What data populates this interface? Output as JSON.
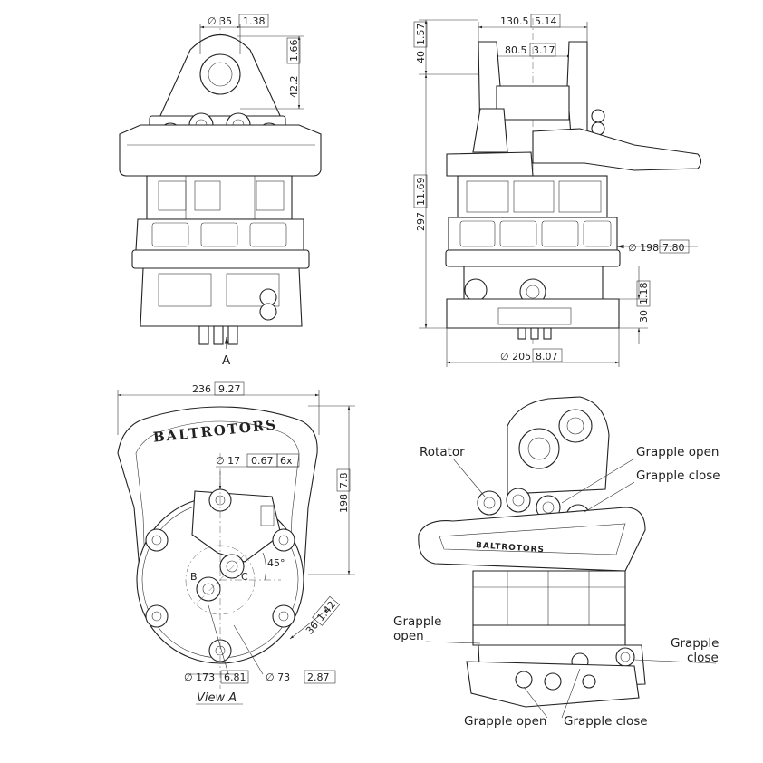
{
  "front_view": {
    "pin_dia": "∅ 35",
    "pin_dia_in": "1.38",
    "pin_top_in": "1.66",
    "pin_top_mm": "42.2",
    "view_arrow": "A"
  },
  "side_view": {
    "top_mm": "40",
    "top_in": "1.57",
    "width_mm": "130.5",
    "width_in": "5.14",
    "gap_mm": "80.5",
    "gap_in": "3.17",
    "height_mm": "297",
    "height_in": "11.69",
    "body_dia_mm": "∅ 198",
    "body_dia_in": "7.80",
    "flange_h_mm": "30",
    "flange_h_in": "1.18",
    "flange_dia_mm": "∅ 205",
    "flange_dia_in": "8.07"
  },
  "view_a": {
    "width_mm": "236",
    "width_in": "9.27",
    "height_mm": "198",
    "height_in": "7.8",
    "hole_dia_mm": "∅ 17",
    "hole_dia_in": "0.67",
    "hole_count": "6x",
    "angle": "45°",
    "offset_mm": "36",
    "offset_in": "1.42",
    "bolt_circle_mm": "∅ 173",
    "bolt_circle_in": "6.81",
    "inner_circle_mm": "∅ 73",
    "inner_circle_in": "2.87",
    "port_c": "C",
    "port_b": "B",
    "brand": "BALTROTORS",
    "caption": "View A"
  },
  "iso_view": {
    "rotator": "Rotator",
    "grapple_open_top": "Grapple open",
    "grapple_close_top": "Grapple close",
    "grapple_open_left_1": "Grapple",
    "grapple_open_left_2": "open",
    "grapple_close_right_1": "Grapple",
    "grapple_close_right_2": "close",
    "grapple_open_bottom": "Grapple open",
    "grapple_close_bottom": "Grapple close",
    "brand": "BALTROTORS"
  }
}
